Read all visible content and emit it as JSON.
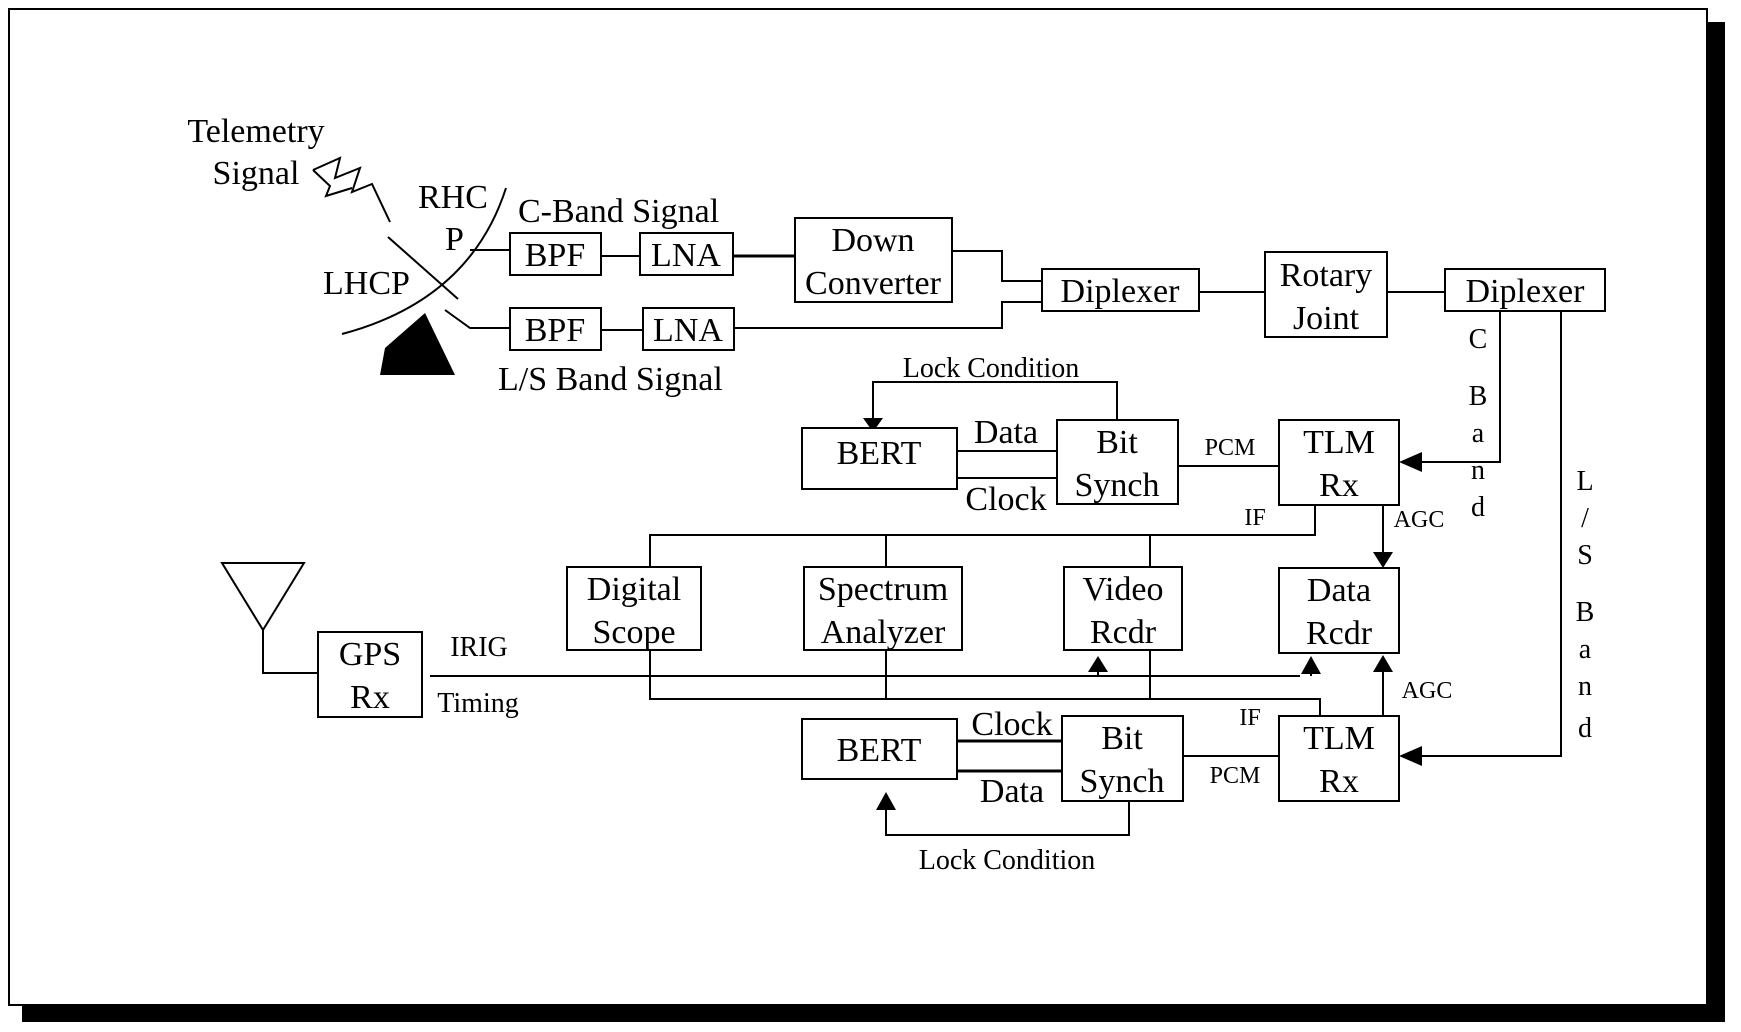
{
  "labels": {
    "telemetry_line1": "Telemetry",
    "telemetry_line2": "Signal",
    "rhcp_line1": "RHC",
    "rhcp_line2": "P",
    "lhcp": "LHCP",
    "c_band_signal": "C-Band Signal",
    "ls_band_signal": "L/S Band Signal",
    "lock_condition_top": "Lock Condition",
    "lock_condition_bottom": "Lock Condition",
    "data_top": "Data",
    "clock_top": "Clock",
    "clock_bottom": "Clock",
    "data_bottom": "Data",
    "pcm_top": "PCM",
    "pcm_bottom": "PCM",
    "if_top": "IF",
    "if_bottom": "IF",
    "agc_top": "AGC",
    "agc_bottom": "AGC",
    "irig": "IRIG",
    "timing": "Timing",
    "c_band_vertical": [
      "C",
      "B",
      "a",
      "n",
      "d"
    ],
    "ls_band_vertical": [
      "L",
      "/",
      "S",
      "B",
      "a",
      "n",
      "d"
    ]
  },
  "blocks": {
    "bpf_c": "BPF",
    "lna_c": "LNA",
    "bpf_ls": "BPF",
    "lna_ls": "LNA",
    "down_converter": [
      "Down",
      "Converter"
    ],
    "diplexer_left": "Diplexer",
    "rotary_joint": [
      "Rotary",
      "Joint"
    ],
    "diplexer_right": "Diplexer",
    "bert_top": "BERT",
    "bit_synch_top": [
      "Bit",
      "Synch"
    ],
    "tlm_rx_top": [
      "TLM",
      "Rx"
    ],
    "digital_scope": [
      "Digital",
      "Scope"
    ],
    "spectrum_analyzer": [
      "Spectrum",
      "Analyzer"
    ],
    "video_rcdr": [
      "Video",
      "Rcdr"
    ],
    "data_rcdr": [
      "Data",
      "Rcdr"
    ],
    "gps_rx": [
      "GPS",
      "Rx"
    ],
    "bert_bottom": "BERT",
    "bit_synch_bottom": [
      "Bit",
      "Synch"
    ],
    "tlm_rx_bottom": [
      "TLM",
      "Rx"
    ]
  }
}
